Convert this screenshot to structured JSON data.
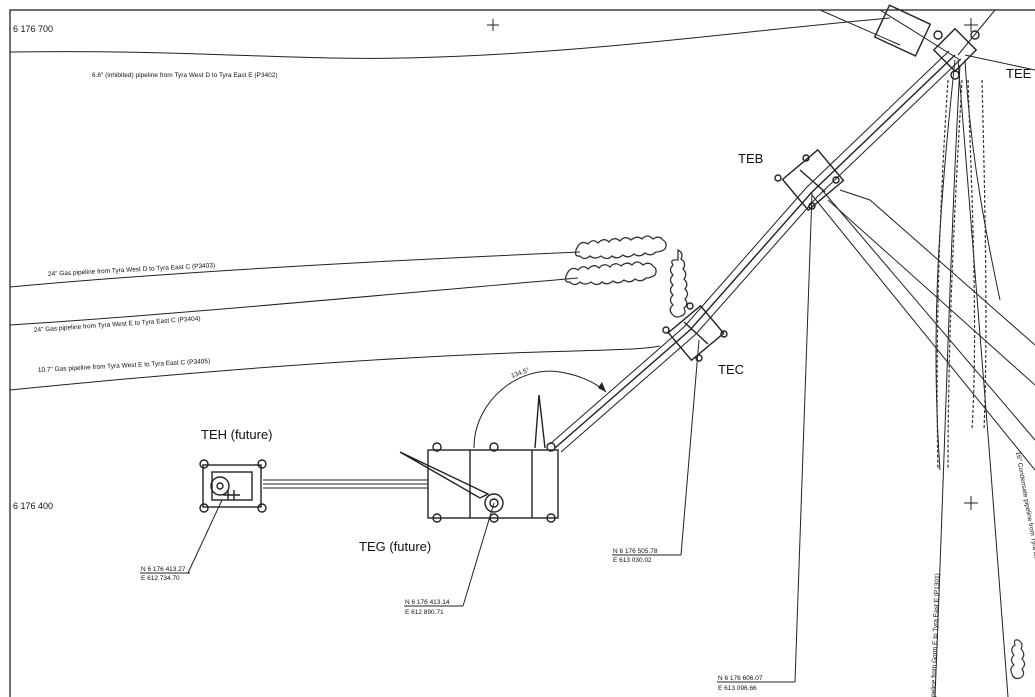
{
  "grid_labels": {
    "north_upper": "6 176 700",
    "north_lower": "6 176 400"
  },
  "platforms": {
    "teb": "TEB",
    "tec": "TEC",
    "tee": "TEE",
    "teg": "TEG (future)",
    "teh": "TEH (future)"
  },
  "angle_label": "134.5°",
  "pipelines": {
    "p3402": "6.6\" (inhibited) pipeline from Tyra West D to Tyra East E (P3402)",
    "p3403": "24\" Gas pipeline from Tyra West D to Tyra East C (P3403)",
    "p3404": "24\" Gas pipeline from Tyra West E to Tyra East C (P3404)",
    "p3405": "10.7\" Gas pipeline from Tyra West E to Tyra East C  (P3405)",
    "p1301": "peline from Gorm E to Tyra East E (P1301)",
    "condensate": "16\" Condensate pipeline from Tyra East E to"
  },
  "coordinates": {
    "teh": {
      "n": "N 6 176 413.27",
      "e": "E 612 734.70"
    },
    "teg": {
      "n": "N 6 176 413.14",
      "e": "E 612 890.71"
    },
    "tec": {
      "n": "N 6 176 505.78",
      "e": "E 613 030.02"
    },
    "teb": {
      "n": "N 6 176 606.07",
      "e": "E 613 096.66"
    }
  }
}
